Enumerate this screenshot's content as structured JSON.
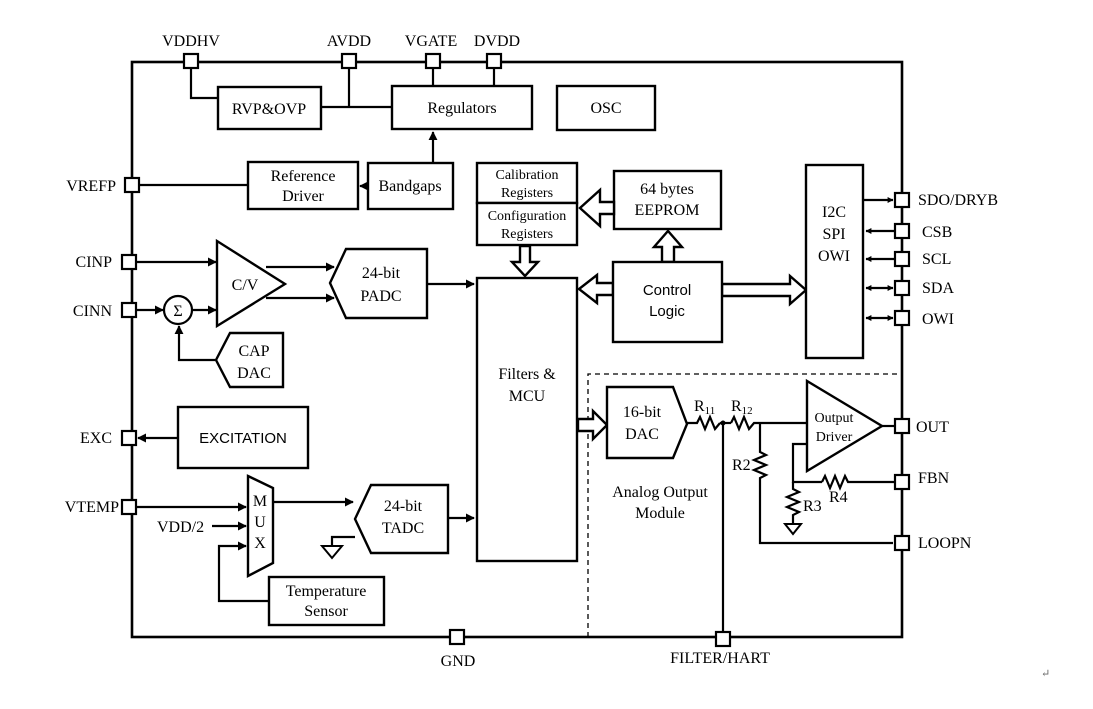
{
  "pins": {
    "vddhv": "VDDHV",
    "avdd": "AVDD",
    "vgate": "VGATE",
    "dvdd": "DVDD",
    "vrefp": "VREFP",
    "cinp": "CINP",
    "cinn": "CINN",
    "exc": "EXC",
    "vtemp": "VTEMP",
    "gnd": "GND",
    "filter_hart": "FILTER/HART",
    "sdo_dryb": "SDO/DRYB",
    "csb": "CSB",
    "scl": "SCL",
    "sda": "SDA",
    "owi": "OWI",
    "out": "OUT",
    "fbn": "FBN",
    "loopn": "LOOPN"
  },
  "blocks": {
    "rvp_ovp": "RVP&OVP",
    "regulators": "Regulators",
    "osc": "OSC",
    "ref_driver": [
      "Reference",
      "Driver"
    ],
    "bandgaps": "Bandgaps",
    "calibration": [
      "Calibration",
      "Registers"
    ],
    "configuration": [
      "Configuration",
      "Registers"
    ],
    "eeprom": [
      "64 bytes",
      "EEPROM"
    ],
    "interface": [
      "I2C",
      "SPI",
      "OWI"
    ],
    "cv": "C/V",
    "sigma": "Σ",
    "padc": [
      "24-bit",
      "PADC"
    ],
    "cap_dac": [
      "CAP",
      "DAC"
    ],
    "mcu": [
      "Filters &",
      "MCU"
    ],
    "control_logic": [
      "Control",
      "Logic"
    ],
    "excitation": "EXCITATION",
    "mux": [
      "M",
      "U",
      "X"
    ],
    "vdd_half": "VDD/2",
    "tadc": [
      "24-bit",
      "TADC"
    ],
    "temp_sensor": [
      "Temperature",
      "Sensor"
    ],
    "dac16": [
      "16-bit",
      "DAC"
    ],
    "output_driver": [
      "Output",
      "Driver"
    ],
    "analog_output": [
      "Analog Output",
      "Module"
    ]
  },
  "resistors": {
    "r11": {
      "main": "R",
      "sub": "11"
    },
    "r12": {
      "main": "R",
      "sub": "12"
    },
    "r2": "R2",
    "r3": "R3",
    "r4": "R4"
  },
  "corner_mark": "↵"
}
